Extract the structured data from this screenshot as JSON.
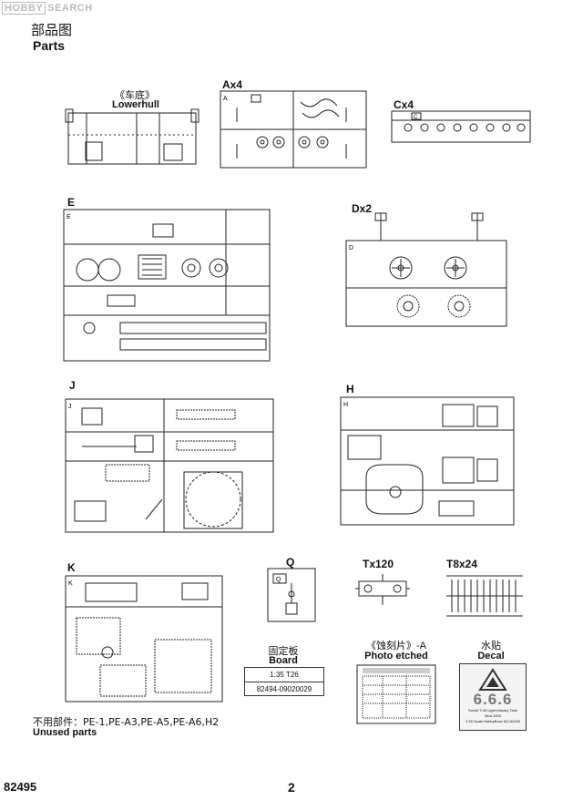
{
  "watermark": {
    "logo": "HOBBY",
    "text": "SEARCH"
  },
  "header": {
    "title_cn": "部品图",
    "title_en": "Parts"
  },
  "sprues": {
    "lowerhull": {
      "title_cn": "《车底》",
      "title_en": "Lowerhull"
    },
    "a": {
      "label": "Ax4",
      "tag": "A"
    },
    "c": {
      "label": "Cx4",
      "tag": "C"
    },
    "e": {
      "label": "E",
      "tag": "E"
    },
    "d": {
      "label": "Dx2",
      "tag": "D"
    },
    "j": {
      "label": "J",
      "tag": "J"
    },
    "h": {
      "label": "H",
      "tag": "H"
    },
    "k": {
      "label": "K",
      "tag": "K"
    },
    "q": {
      "label": "Q",
      "tag": "Q"
    },
    "t": {
      "label": "Tx120"
    },
    "t8": {
      "label": "T8x24"
    }
  },
  "board": {
    "title_cn": "固定板",
    "title_en": "Board",
    "line1": "1:35  T26",
    "line2": "82494-09020029"
  },
  "photo_etched": {
    "title_cn": "《蚀刻片》-A",
    "title_en": "Photo etched"
  },
  "decal": {
    "title_cn": "水贴",
    "title_en": "Decal",
    "numbers": "6.6.6",
    "caption1": "Soviet T-26 Light Infantry Tank Mod.1933",
    "caption2": "1:35  Scale   HobbyBoss   NO.82495"
  },
  "unused": {
    "cn": "不用部件：PE-1,PE-A3,PE-A5,PE-A6,H2",
    "en": "Unused parts"
  },
  "footer": {
    "product_no": "82495",
    "page": "2"
  }
}
